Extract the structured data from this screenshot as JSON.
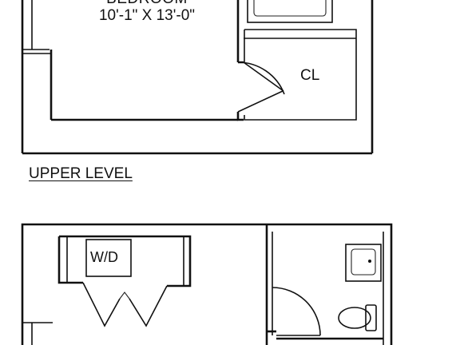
{
  "labels": {
    "bedroom_name": "BEDROOM",
    "bedroom_dimensions": "10'-1\" X 13'-0\"",
    "closet": "CL",
    "level": "UPPER LEVEL",
    "washer_dryer": "W/D"
  }
}
